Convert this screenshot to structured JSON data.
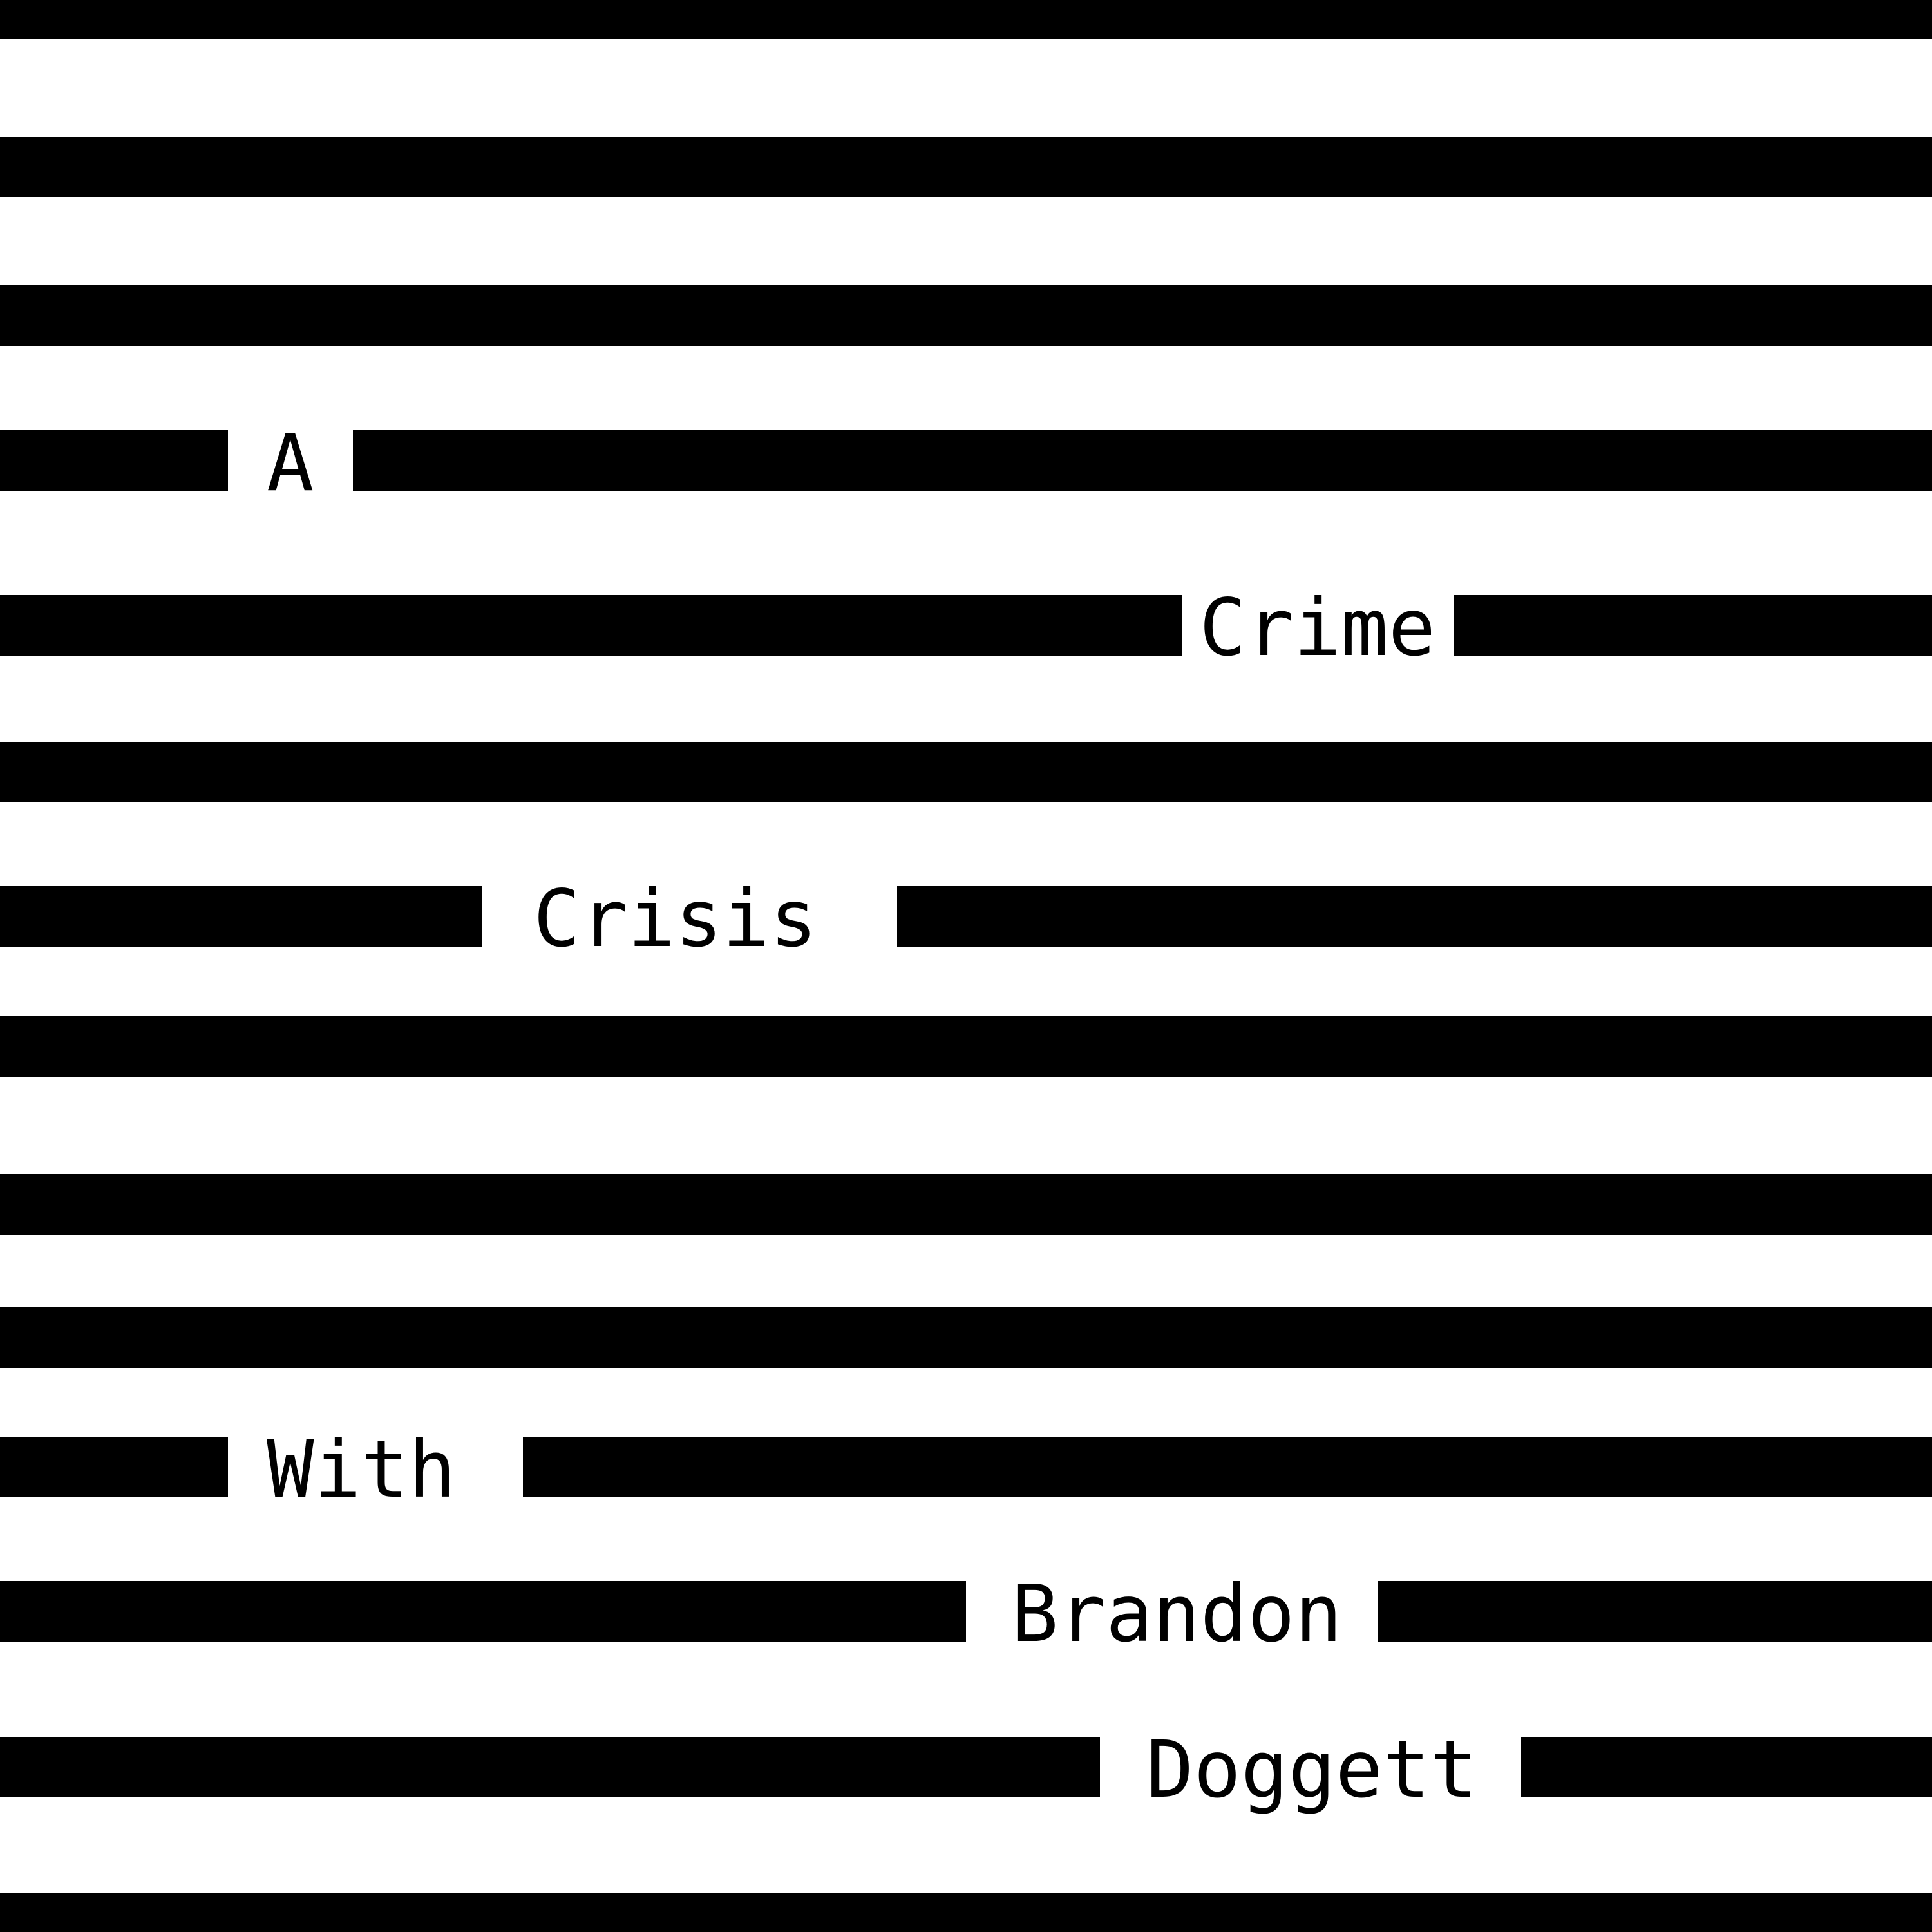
{
  "colors": {
    "background": "#ffffff",
    "stripe": "#000000",
    "text": "#000000"
  },
  "title_words": [
    "A",
    "Crime",
    "Crisis",
    "With",
    "Brandon",
    "Doggett"
  ]
}
